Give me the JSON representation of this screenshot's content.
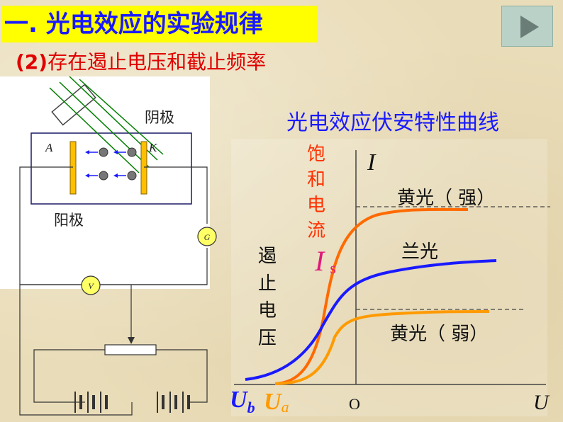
{
  "slide": {
    "title": "一. 光电效应的实验规律",
    "subtitle_num": "(2)",
    "subtitle_text": "存在遏止电压和截止频率",
    "nav_icon": "play-triangle-icon"
  },
  "circuit": {
    "cathode_label": "阴极",
    "anode_label": "阳极",
    "plate_a": "A",
    "plate_k": "K",
    "galvanometer": "G",
    "voltmeter": "V"
  },
  "chart": {
    "title": "光电效应伏安特性曲线",
    "y_axis": "I",
    "x_axis": "U",
    "origin": "O",
    "saturation_label": [
      "饱",
      "和",
      "电",
      "流"
    ],
    "is_main": "I",
    "is_sub": "s",
    "stop_label": [
      "遏",
      "止",
      "电",
      "压"
    ],
    "ub_main": "U",
    "ub_sub": "b",
    "ua_main": "U",
    "ua_sub": "a"
  },
  "chart_data": {
    "type": "line",
    "x_axis_label": "U",
    "y_axis_label": "I",
    "series": [
      {
        "name": "黄光（ 强）",
        "color": "#ff6a00",
        "stop_voltage": "U_a",
        "saturation": "high"
      },
      {
        "name": "兰光",
        "color": "#1a1aff",
        "stop_voltage": "U_b",
        "saturation": "middle"
      },
      {
        "name": "黄光（ 弱）",
        "color": "#ff9a00",
        "stop_voltage": "U_a",
        "saturation": "low"
      }
    ]
  },
  "colors": {
    "title_bg": "#ffff00",
    "title_fg": "#1a1aff",
    "subtitle": "#e00000",
    "circuit_bg": "#ffffff",
    "orange": "#ff6a00"
  }
}
